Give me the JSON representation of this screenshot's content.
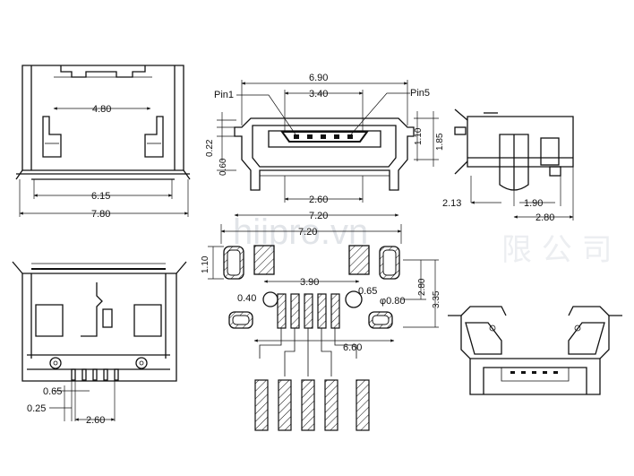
{
  "watermark": {
    "site": "hiipro.vn",
    "cn_text": "限 公 司"
  },
  "labels": {
    "top_left_480": "4.80",
    "top_left_615": "6.15",
    "top_left_780": "7.80",
    "front_690": "6.90",
    "front_340": "3.40",
    "front_pin1": "Pin1",
    "front_pin5": "Pin5",
    "front_022": "0.22",
    "front_060": "0.60",
    "front_110": "1.10",
    "front_185": "1.85",
    "front_260": "2.60",
    "front_720": "7.20",
    "side_213": "2.13",
    "side_190": "1.90",
    "side_280": "2.80",
    "pad_720": "7.20",
    "pad_110": "1.10",
    "pad_390": "3.90",
    "pad_040": "0.40",
    "pad_065": "0.65",
    "pad_080": "φ0.80",
    "pad_280": "2.80",
    "pad_335": "3.35",
    "pad_660": "6.60",
    "bottom_065": "0.65",
    "bottom_025": "0.25",
    "bottom_260": "2.60"
  }
}
